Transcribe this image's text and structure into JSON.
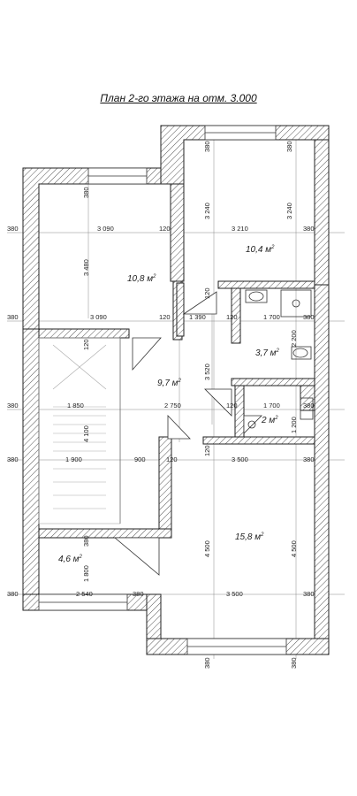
{
  "title": "План 2-го этажа на отм. 3.000",
  "rooms": [
    {
      "name": "room-area-10-8",
      "area": "10,8 м",
      "sup": "2"
    },
    {
      "name": "room-area-10-4",
      "area": "10,4 м",
      "sup": "2"
    },
    {
      "name": "room-area-9-7",
      "area": "9,7 м",
      "sup": "2"
    },
    {
      "name": "room-area-3-7",
      "area": "3,7 м",
      "sup": "2"
    },
    {
      "name": "room-area-2",
      "area": "2 м",
      "sup": "2"
    },
    {
      "name": "room-area-15-8",
      "area": "15,8 м",
      "sup": "2"
    },
    {
      "name": "room-area-4-6",
      "area": "4,6 м",
      "sup": "2"
    }
  ],
  "dimensions": {
    "d380": "380",
    "d120": "120",
    "d3090": "3 090",
    "d3210": "3 210",
    "d3240": "3 240",
    "d3480": "3 480",
    "d1390": "1 390",
    "d1700": "1 700",
    "d2200": "2 200",
    "d3520": "3 520",
    "d1200": "1 200",
    "d1850": "1 850",
    "d2750": "2 750",
    "d4100": "4 100",
    "d1900": "1 900",
    "d900": "900",
    "d3500": "3 500",
    "d4500": "4 500",
    "d1800": "1 800",
    "d2540": "2 540"
  }
}
